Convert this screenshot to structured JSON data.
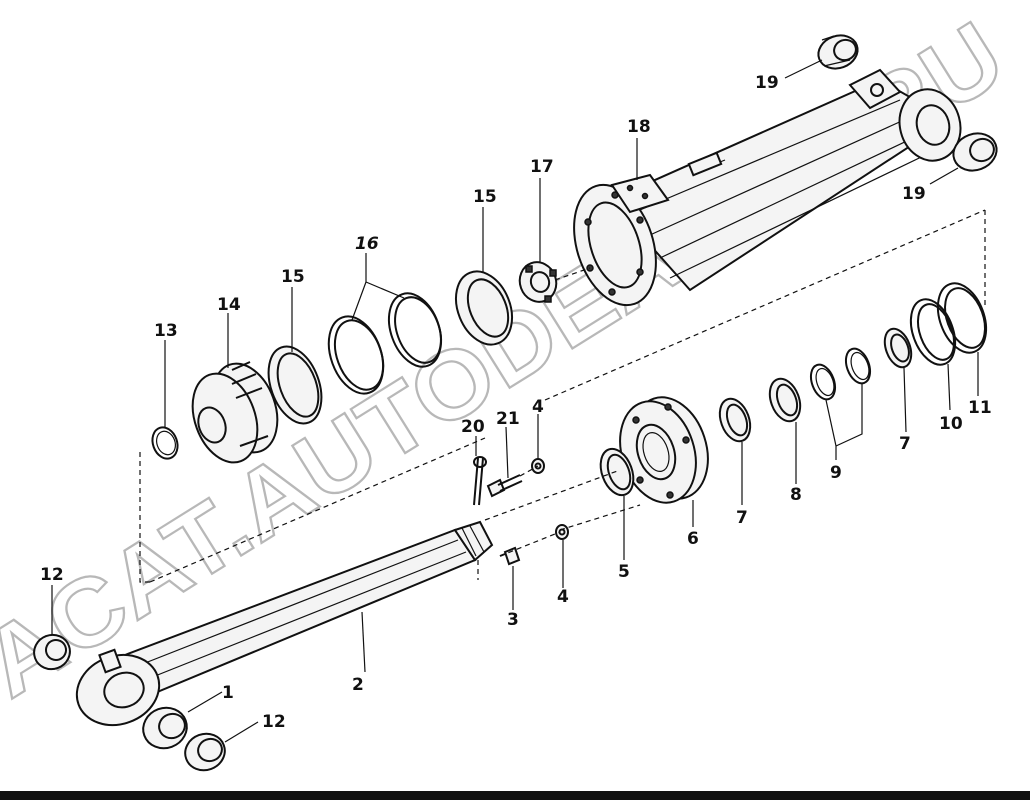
{
  "watermark": {
    "text": "ACAT.AUTODEALER.RU",
    "color": "#b8b8b8"
  },
  "diagram": {
    "callouts": [
      "1",
      "2",
      "3",
      "4",
      "4",
      "5",
      "6",
      "7",
      "7",
      "8",
      "9",
      "10",
      "11",
      "12",
      "12",
      "13",
      "14",
      "15",
      "15",
      "16",
      "17",
      "18",
      "19",
      "19",
      "20",
      "21"
    ],
    "ink_color": "#111111"
  }
}
